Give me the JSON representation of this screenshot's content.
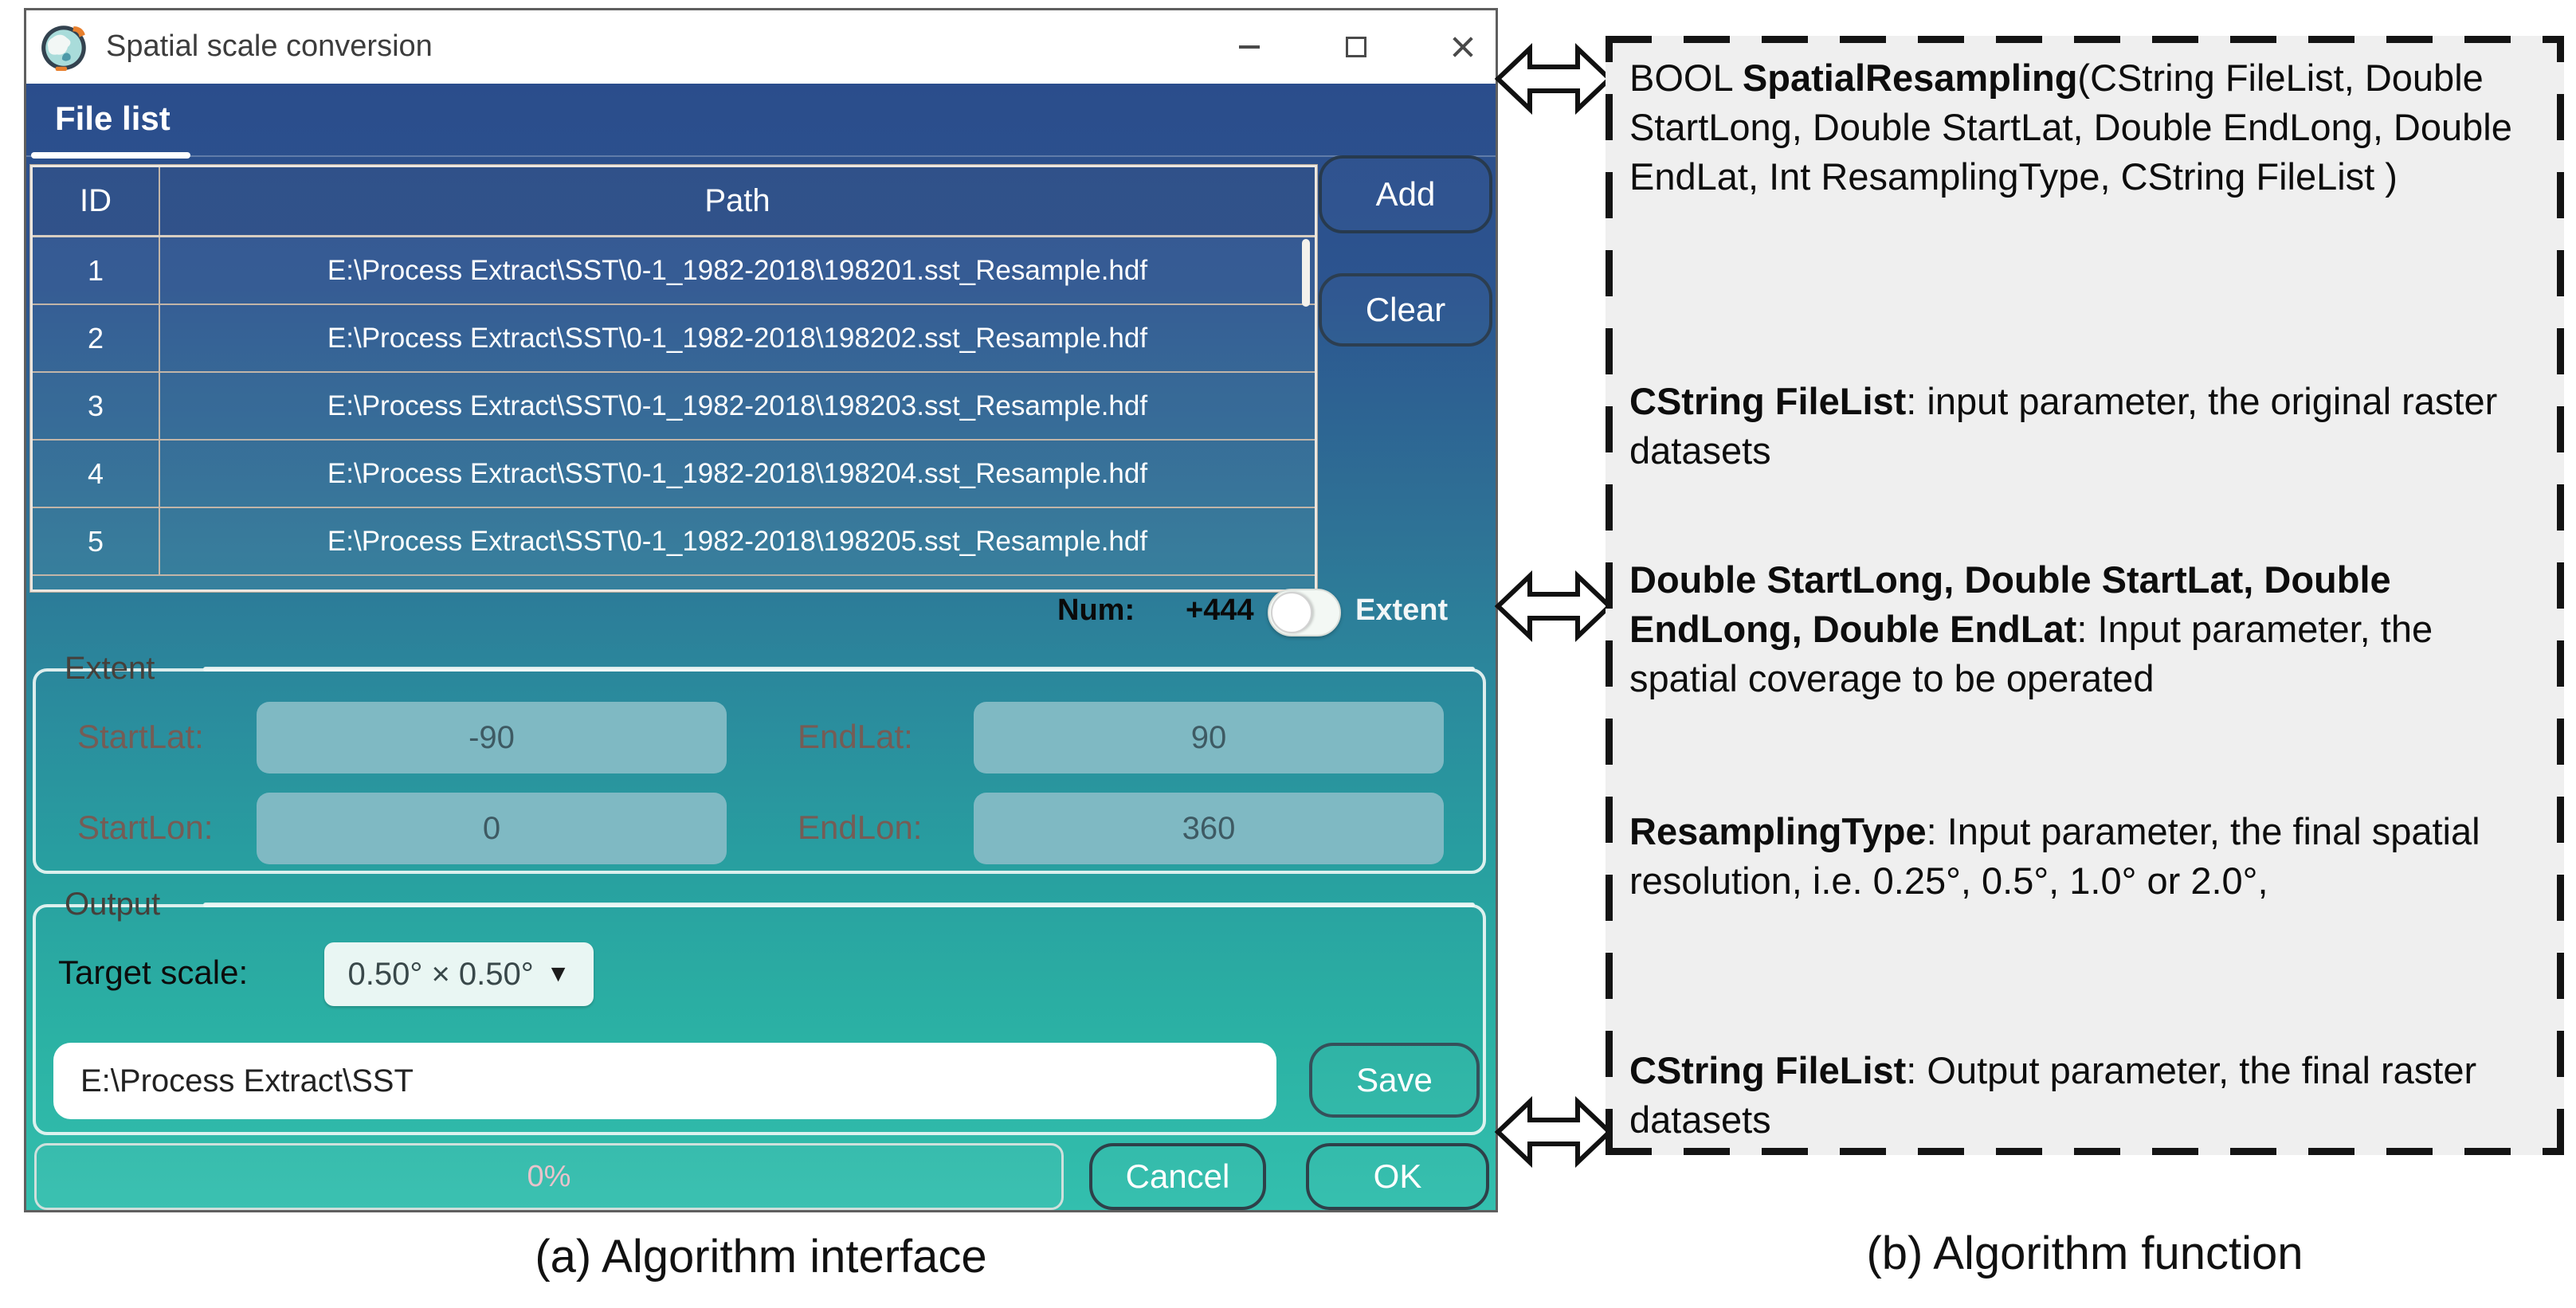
{
  "window": {
    "title": "Spatial scale conversion"
  },
  "tabs": {
    "file_list": "File list"
  },
  "table": {
    "headers": {
      "id": "ID",
      "path": "Path"
    },
    "rows": [
      {
        "id": "1",
        "path": "E:\\Process Extract\\SST\\0-1_1982-2018\\198201.sst_Resample.hdf"
      },
      {
        "id": "2",
        "path": "E:\\Process Extract\\SST\\0-1_1982-2018\\198202.sst_Resample.hdf"
      },
      {
        "id": "3",
        "path": "E:\\Process Extract\\SST\\0-1_1982-2018\\198203.sst_Resample.hdf"
      },
      {
        "id": "4",
        "path": "E:\\Process Extract\\SST\\0-1_1982-2018\\198204.sst_Resample.hdf"
      },
      {
        "id": "5",
        "path": "E:\\Process Extract\\SST\\0-1_1982-2018\\198205.sst_Resample.hdf"
      }
    ]
  },
  "buttons": {
    "add": "Add",
    "clear": "Clear",
    "save": "Save",
    "cancel": "Cancel",
    "ok": "OK"
  },
  "num_row": {
    "label": "Num:",
    "value": "+444",
    "toggle_label": "Extent"
  },
  "extent": {
    "legend": "Extent",
    "fields": [
      {
        "label": "StartLat:",
        "value": "-90"
      },
      {
        "label": "EndLat:",
        "value": "90"
      },
      {
        "label": "StartLon:",
        "value": "0"
      },
      {
        "label": "EndLon:",
        "value": "360"
      }
    ]
  },
  "output": {
    "legend": "Output",
    "target_scale_label": "Target scale:",
    "target_scale_value": "0.50° × 0.50°",
    "dropdown_arrow": "▼",
    "path_value": "E:\\Process Extract\\SST"
  },
  "progress": {
    "value": "0%"
  },
  "captions": {
    "a": "(a) Algorithm interface",
    "b": "(b) Algorithm function"
  },
  "colors": {
    "header_blue": "#2b4d8c",
    "body_teal": "#2aab9f",
    "field_teal": "#7fb9c3",
    "disabled_label": "#765c55",
    "panel_gray": "#efefef"
  },
  "function_panel": {
    "paragraphs": [
      [
        {
          "b": false,
          "t": "BOOL "
        },
        {
          "b": true,
          "t": "SpatialResampling"
        },
        {
          "b": false,
          "t": "(CString FileList, Double StartLong, Double StartLat, Double EndLong, Double EndLat, Int ResamplingType, CString FileList )"
        }
      ],
      [
        {
          "b": true,
          "t": "CString FileList"
        },
        {
          "b": false,
          "t": ": input parameter, the original raster datasets"
        }
      ],
      [
        {
          "b": true,
          "t": "Double StartLong, Double StartLat, Double EndLong, Double EndLat"
        },
        {
          "b": false,
          "t": ": Input parameter, the spatial coverage to be operated"
        }
      ],
      [
        {
          "b": true,
          "t": "ResamplingType"
        },
        {
          "b": false,
          "t": ": Input parameter, the final spatial resolution, i.e. 0.25°, 0.5°, 1.0° or 2.0°,"
        }
      ],
      [
        {
          "b": true,
          "t": "CString FileList"
        },
        {
          "b": false,
          "t": ": Output parameter, the final raster datasets"
        }
      ]
    ]
  }
}
